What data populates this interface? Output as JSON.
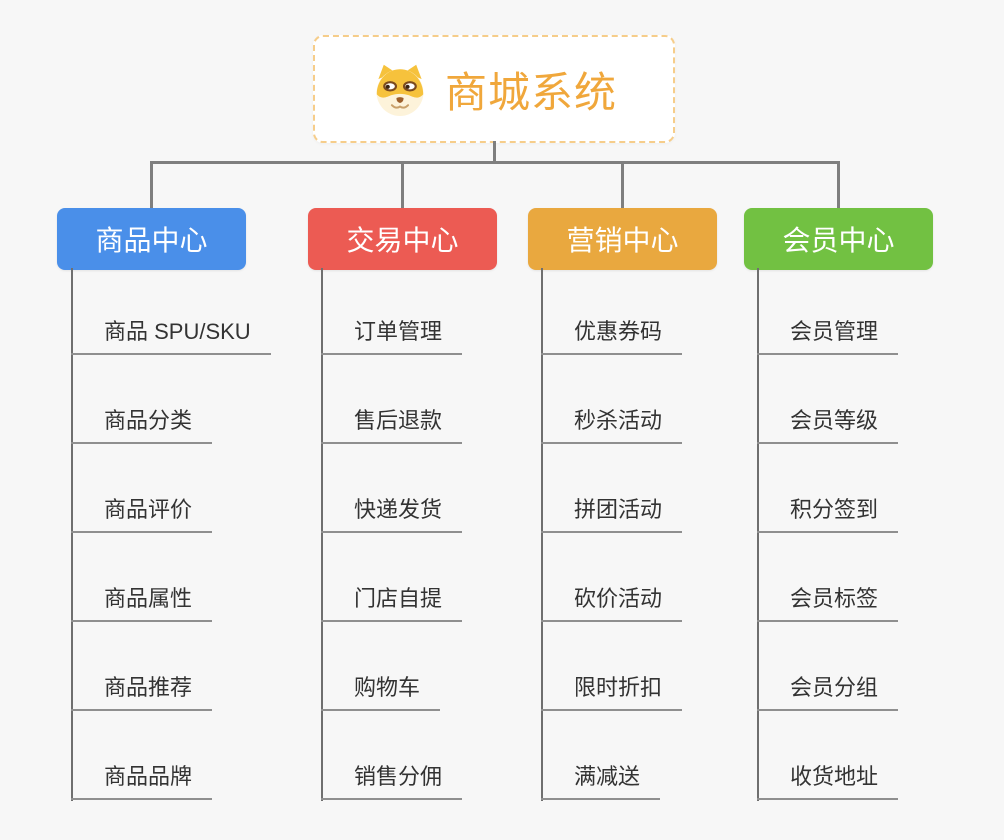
{
  "root": {
    "title": "商城系统",
    "title_color": "#f0a73b",
    "border_color": "#f6cd8a",
    "icon": "shiba-dog-icon"
  },
  "connectors": {
    "color": "#7f7f7f"
  },
  "branches": [
    {
      "label": "商品中心",
      "color": "#4a8fe9",
      "children": [
        "商品 SPU/SKU",
        "商品分类",
        "商品评价",
        "商品属性",
        "商品推荐",
        "商品品牌"
      ]
    },
    {
      "label": "交易中心",
      "color": "#ec5b53",
      "children": [
        "订单管理",
        "售后退款",
        "快递发货",
        "门店自提",
        "购物车",
        "销售分佣"
      ]
    },
    {
      "label": "营销中心",
      "color": "#e9a83f",
      "children": [
        "优惠券码",
        "秒杀活动",
        "拼团活动",
        "砍价活动",
        "限时折扣",
        "满减送"
      ]
    },
    {
      "label": "会员中心",
      "color": "#72c142",
      "children": [
        "会员管理",
        "会员等级",
        "积分签到",
        "会员标签",
        "会员分组",
        "收货地址"
      ]
    }
  ]
}
